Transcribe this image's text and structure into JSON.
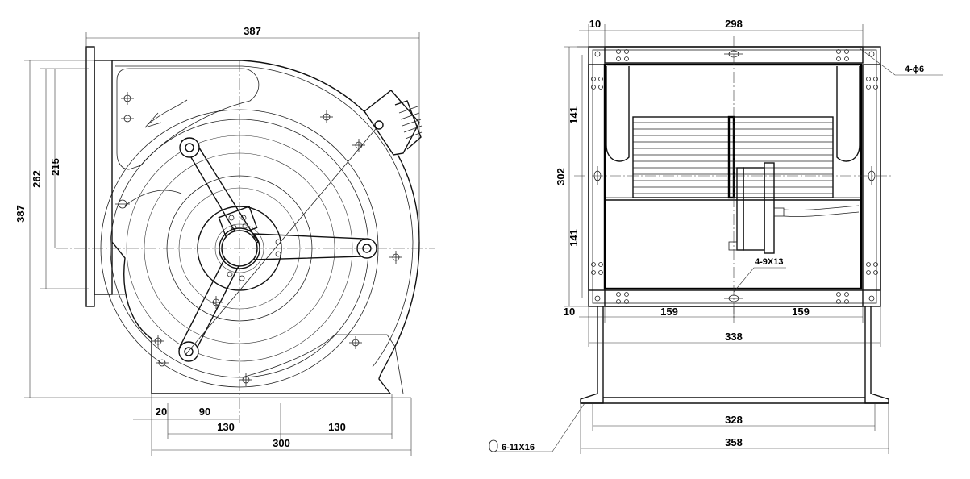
{
  "left_view": {
    "dims": {
      "overall_width": "387",
      "overall_height": "387",
      "inlet_height": "262",
      "outlet_height": "215",
      "offset_20": "20",
      "offset_90": "90",
      "spacing_130_a": "130",
      "spacing_130_b": "130",
      "base_300": "300"
    }
  },
  "right_view": {
    "dims": {
      "flange_10_top": "10",
      "width_298": "298",
      "height_302": "302",
      "half_141_top": "141",
      "half_141_bottom": "141",
      "flange_10_bottom": "10",
      "half_159_left": "159",
      "half_159_right": "159",
      "width_338": "338",
      "foot_328": "328",
      "foot_358": "358"
    },
    "notes": {
      "holes_4_phi6": "4-ϕ6",
      "slots_4_9x13": "4-9X13",
      "foot_slots": "6-11X16"
    }
  }
}
